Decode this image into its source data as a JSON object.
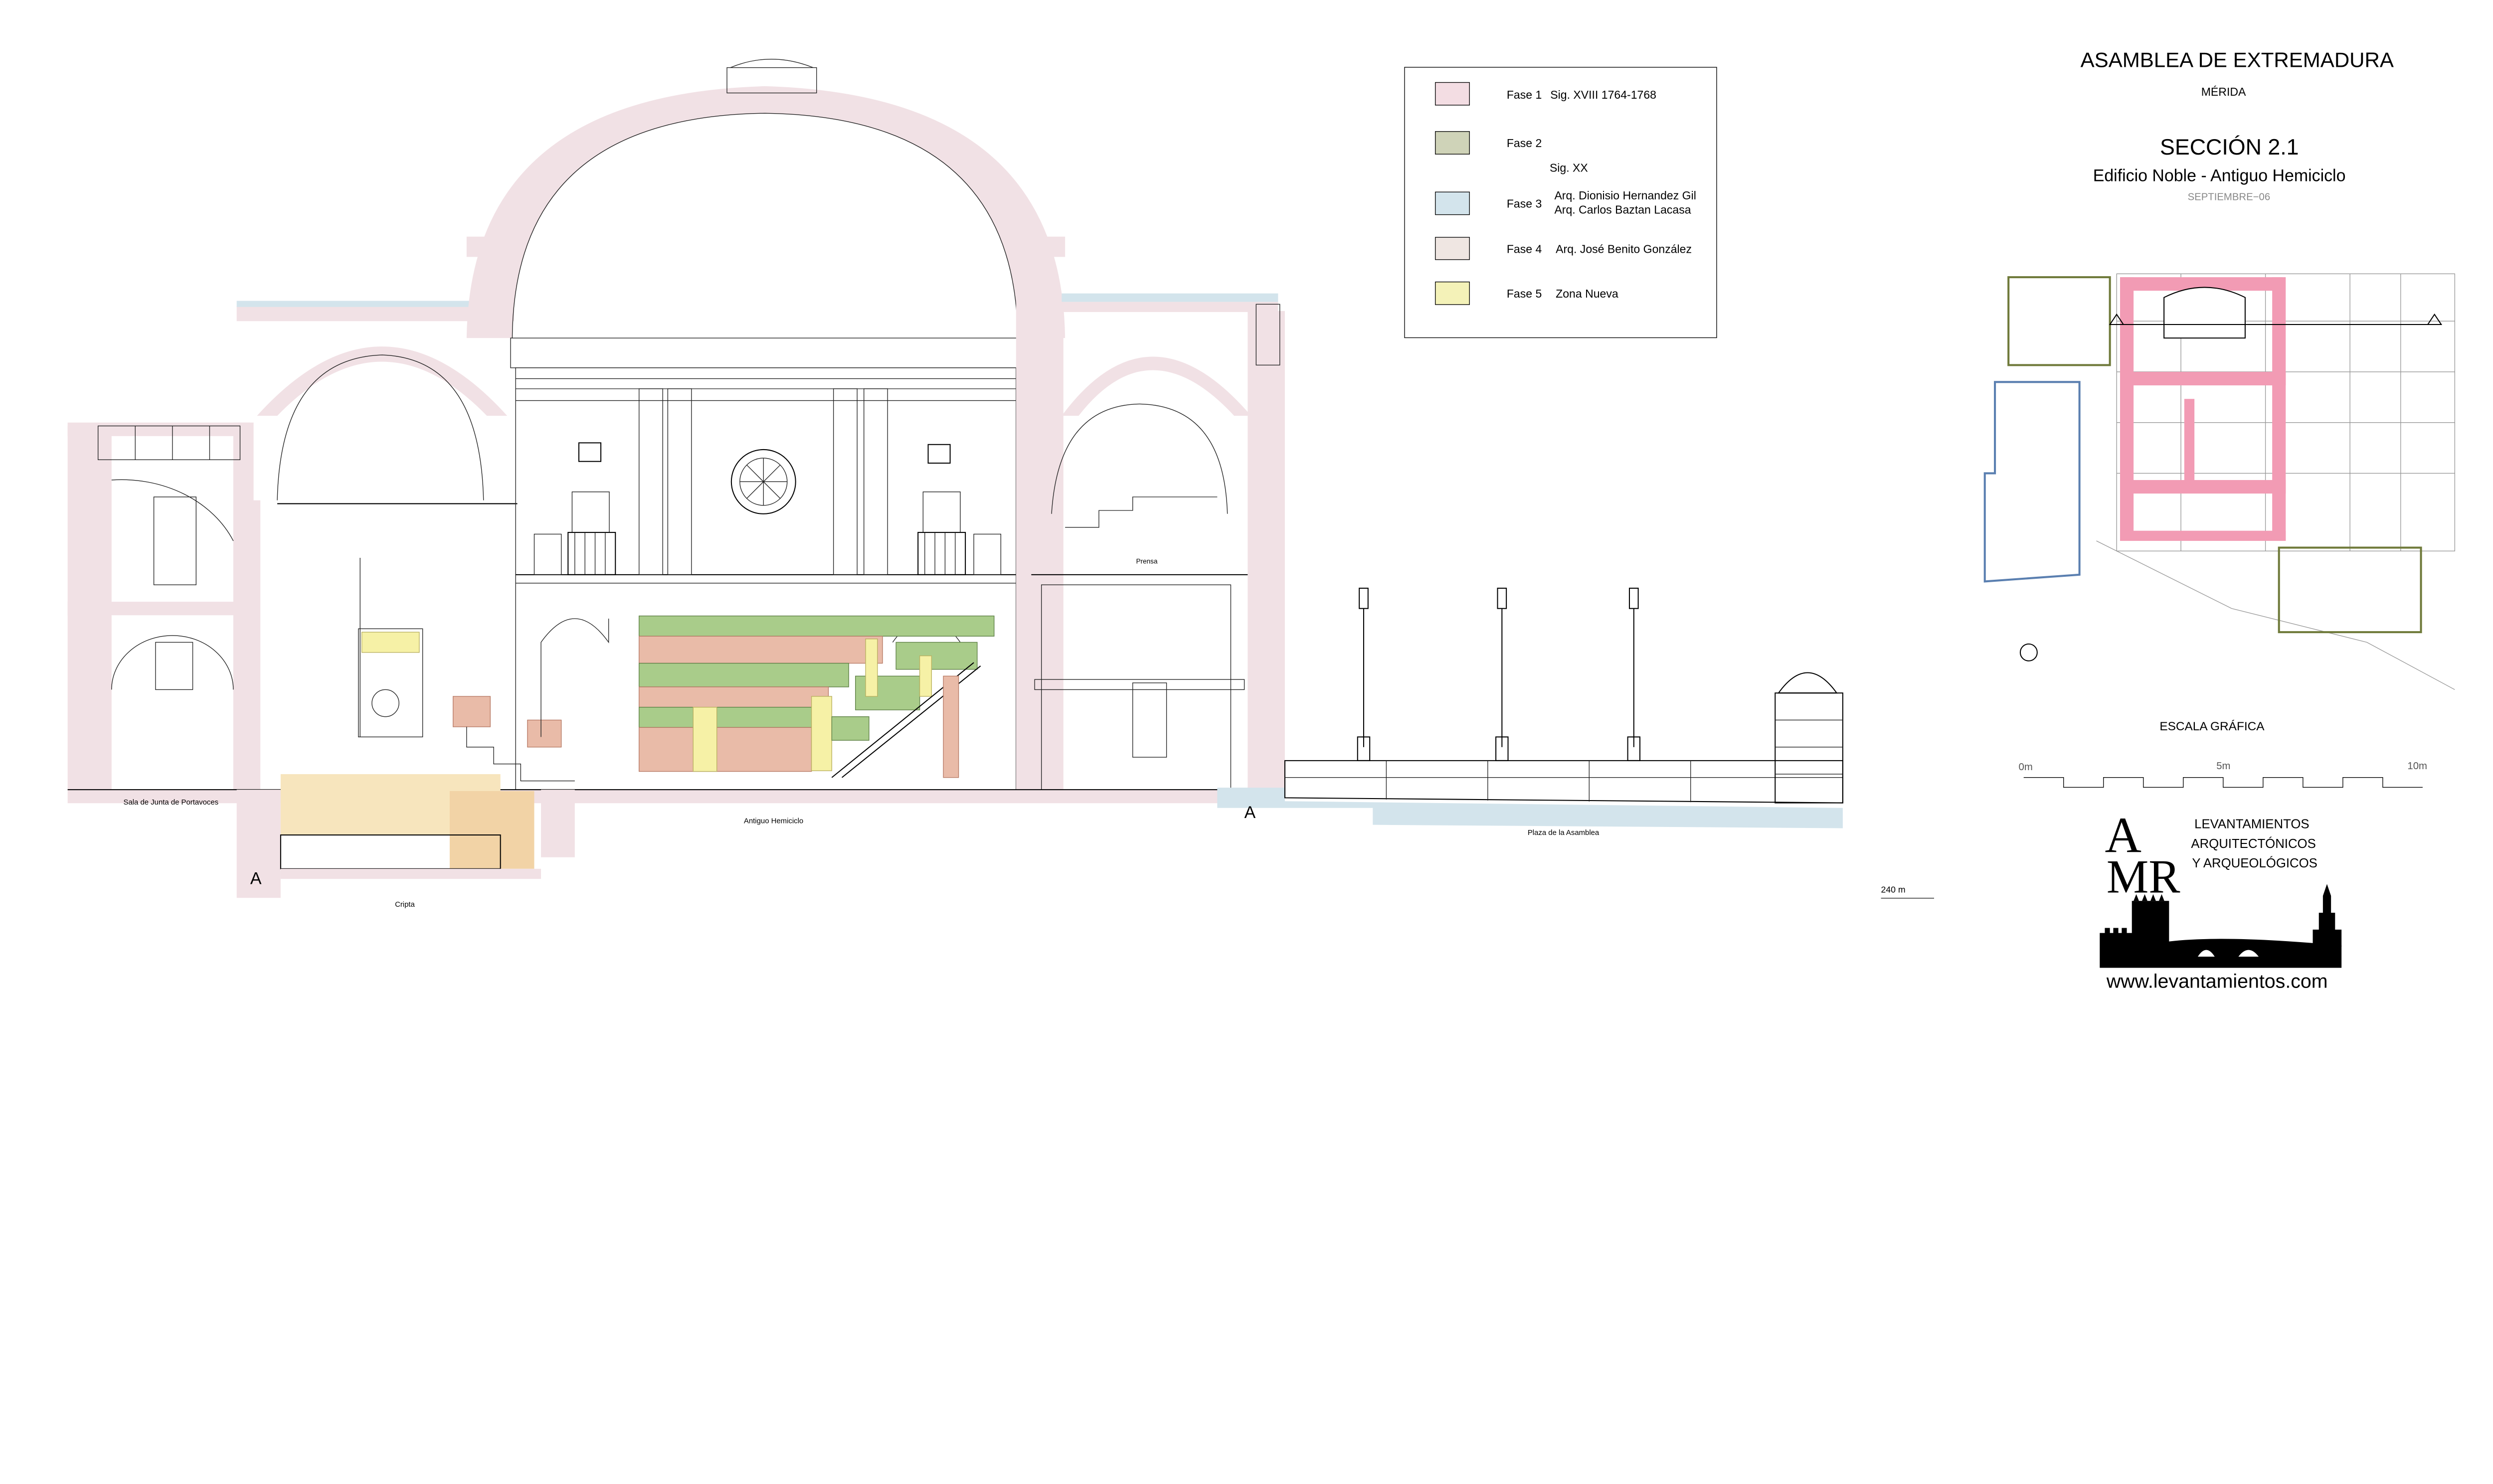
{
  "title_block": {
    "institution": "ASAMBLEA DE EXTREMADURA",
    "city": "MÉRIDA",
    "section": "SECCIÓN  2.1",
    "subtitle": "Edificio Noble - Antiguo Hemiciclo",
    "date": "SEPTIEMBRE−06"
  },
  "legend": {
    "entries": [
      {
        "phase": "Fase 1",
        "text1": "Sig. XVIII  1764-1768",
        "text2": "",
        "color": "#f3dde3"
      },
      {
        "phase": "Fase 2",
        "text1": "",
        "text2": "",
        "color": "#cfd3b8"
      },
      {
        "phase": "Fase 3",
        "text1": "Arq. Dionisio Hernandez Gil",
        "text2": "Arq. Carlos Baztan Lacasa",
        "color": "#d3e4ec"
      },
      {
        "phase": "Fase 4",
        "text1": "Arq. José Benito González",
        "text2": "",
        "color": "#efe6e2"
      },
      {
        "phase": "Fase 5",
        "text1": "Zona Nueva",
        "text2": "",
        "color": "#f4f2b8"
      }
    ],
    "century_note": "Sig. XX"
  },
  "drawing_labels": {
    "sala_junta": "Sala de Junta de Portavoces",
    "cripta": "Cripta",
    "hemiciclo": "Antiguo Hemiciclo",
    "plaza": "Plaza  de  la  Asamblea",
    "prensa": "Prensa",
    "elevation": "240 m"
  },
  "scale": {
    "title": "ESCALA  GRÁFICA",
    "ticks": [
      "0m",
      "5m",
      "10m"
    ]
  },
  "logo": {
    "monogram": "AMR",
    "lines": [
      "LEVANTAMIENTOS",
      "ARQUITECTÓNICOS",
      "Y ARQUEOLÓGICOS"
    ],
    "url": "www.levantamientos.com"
  },
  "colors": {
    "fase1": "#f3dde3",
    "fase2_seats": "#a9cc8a",
    "fase3": "#d3e4ec",
    "fase4_seats": "#e9bba8",
    "fase5": "#f6f1a6",
    "plan_pink": "#f29bb4",
    "plan_olive": "#6f7a3a",
    "plan_blue": "#5a7fb0"
  }
}
